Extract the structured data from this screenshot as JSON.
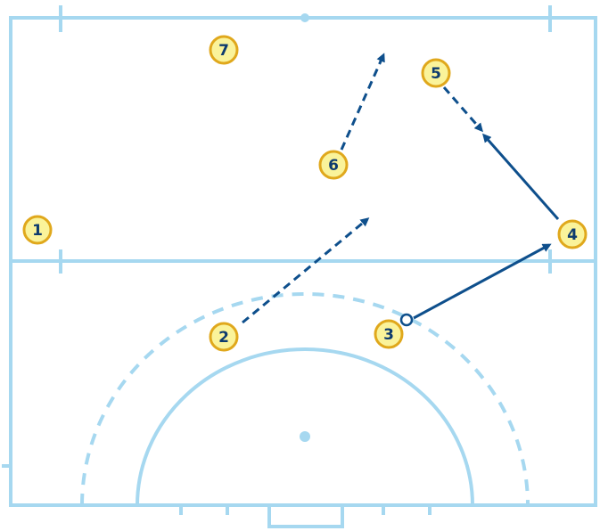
{
  "colors": {
    "court_line": "#a6d8f0",
    "arrow": "#0e4f8c",
    "player_fill": "#faf39a",
    "player_stroke": "#e0a81c",
    "label": "#0e3b6e",
    "ball_fill": "#ffffff"
  },
  "players": [
    {
      "id": "p1",
      "label": "1"
    },
    {
      "id": "p2",
      "label": "2"
    },
    {
      "id": "p3",
      "label": "3"
    },
    {
      "id": "p4",
      "label": "4"
    },
    {
      "id": "p5",
      "label": "5"
    },
    {
      "id": "p6",
      "label": "6"
    },
    {
      "id": "p7",
      "label": "7"
    }
  ],
  "movements": [
    {
      "name": "movement-2",
      "from": "2",
      "style": "dashed"
    },
    {
      "name": "movement-6",
      "from": "6",
      "style": "dashed"
    },
    {
      "name": "movement-5",
      "from": "5",
      "style": "dashed"
    },
    {
      "name": "pass-3-to-4",
      "from": "3",
      "to": "4",
      "style": "solid"
    },
    {
      "name": "pass-4-forward",
      "from": "4",
      "style": "solid"
    }
  ]
}
